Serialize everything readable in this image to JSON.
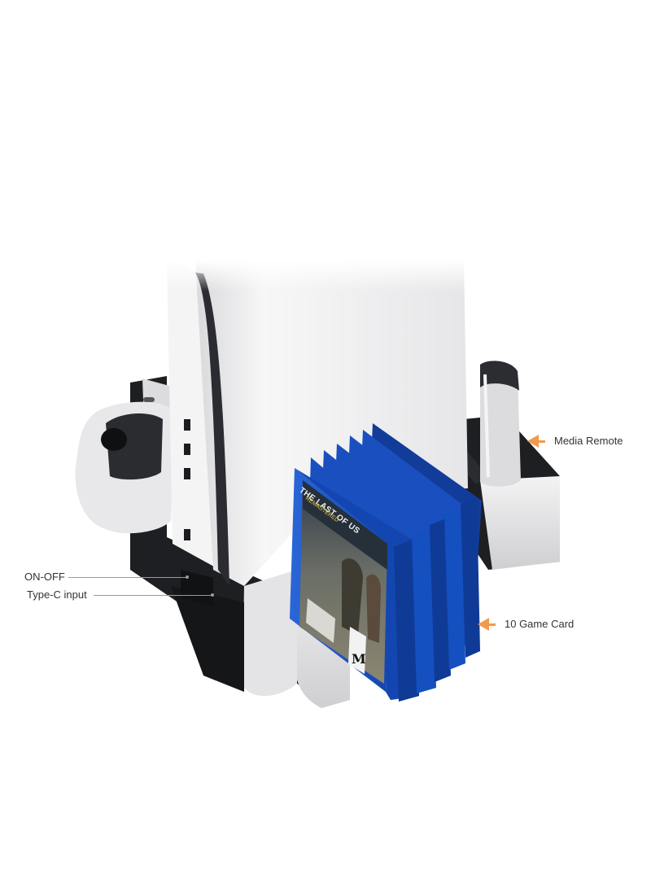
{
  "callouts": {
    "on_off": "ON-OFF",
    "type_c": "Type-C input",
    "media_remote": "Media Remote",
    "game_card": "10 Game Card"
  },
  "game_cover": {
    "title_line1": "THE LAST OF US",
    "title_line2": "REMASTERED",
    "rating": "M"
  },
  "colors": {
    "accent_arrow": "#f29a4a",
    "case_blue": "#1c57c9",
    "dock_white": "#e9e9ea",
    "dock_dark": "#1d1f22",
    "console_white": "#f2f2f3"
  }
}
